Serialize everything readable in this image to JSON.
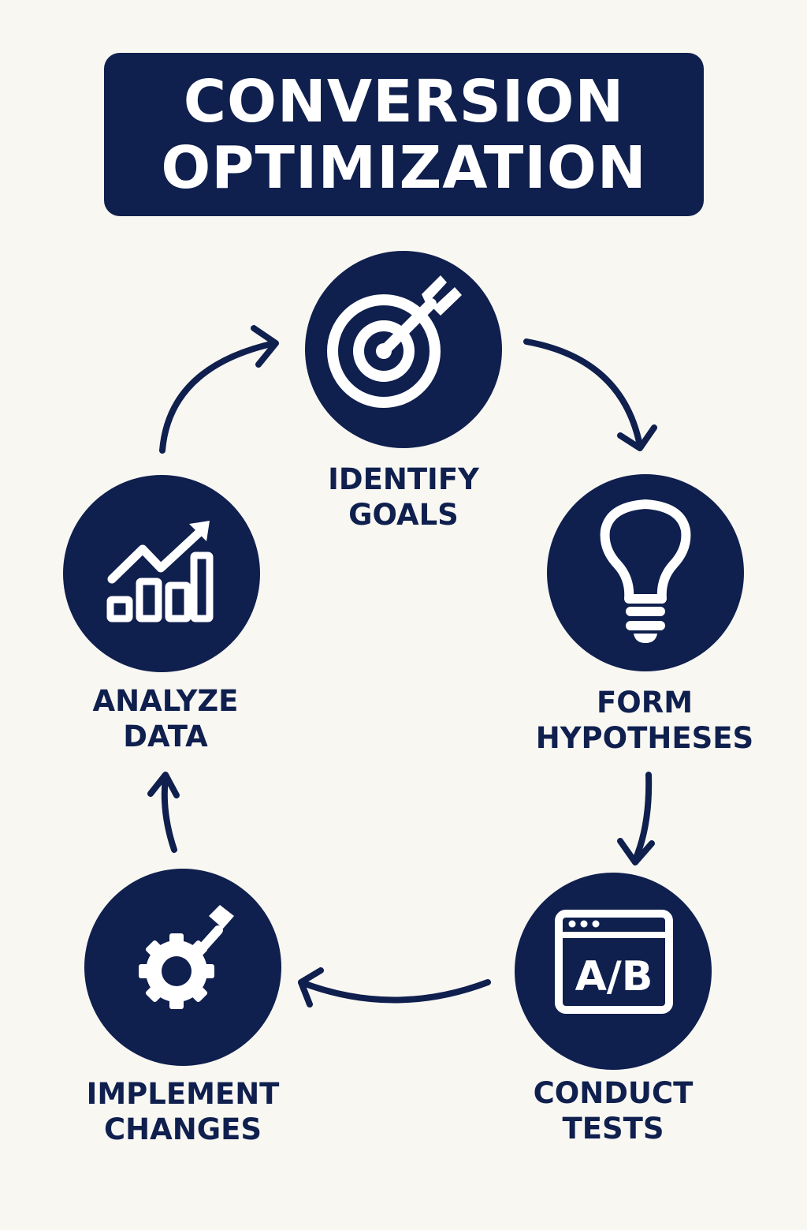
{
  "title": {
    "line1": "CONVERSION",
    "line2": "OPTIMIZATION"
  },
  "colors": {
    "background": "#f8f7f2",
    "primary": "#0f1f4e",
    "icon": "#ffffff"
  },
  "steps": [
    {
      "id": "identify-goals",
      "icon": "target-arrow-icon",
      "label_line1": "IDENTIFY",
      "label_line2": "GOALS"
    },
    {
      "id": "form-hypotheses",
      "icon": "lightbulb-icon",
      "label_line1": "FORM",
      "label_line2": "HYPOTHESES"
    },
    {
      "id": "conduct-tests",
      "icon": "ab-test-window-icon",
      "label_line1": "CONDUCT",
      "label_line2": "TESTS"
    },
    {
      "id": "implement-changes",
      "icon": "gear-icon",
      "label_line1": "IMPLEMENT",
      "label_line2": "CHANGES"
    },
    {
      "id": "analyze-data",
      "icon": "growth-chart-icon",
      "label_line1": "ANALYZE",
      "label_line2": "DATA"
    }
  ],
  "ab_icon_text": "A/B"
}
